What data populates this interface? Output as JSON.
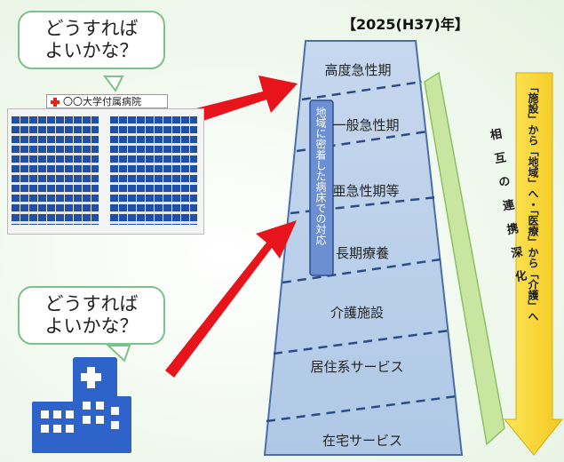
{
  "year_label": "【2025(H37)年】",
  "bubble_top": {
    "line1": "どうすれば",
    "line2": "よいかな？"
  },
  "bubble_bottom": {
    "line1": "どうすれば",
    "line2": "よいかな？"
  },
  "hospital_sign": "〇〇大学付属病院",
  "layers": [
    "高度急性期",
    "一般急性期",
    "亜急性期等",
    "長期療養",
    "介護施設",
    "居住系サービス",
    "在宅サービス"
  ],
  "regional_beds": "地域に密着した病床での対応",
  "cooperation": "相互の連携深化",
  "shift": "「施設」から「地域」へ・「医療」から「介護」へ",
  "colors": {
    "pyramid_fill": "#b9cfe7",
    "pyramid_stroke": "#4a6fa8",
    "regional_fill": "#6b8fd0",
    "green_band": "#c8e6a0",
    "yellow_arrow": "#f9dc3c",
    "red_arrow": "#e8141c",
    "bubble_border": "#7cc08a",
    "building_blue": "#1f4fa8"
  }
}
